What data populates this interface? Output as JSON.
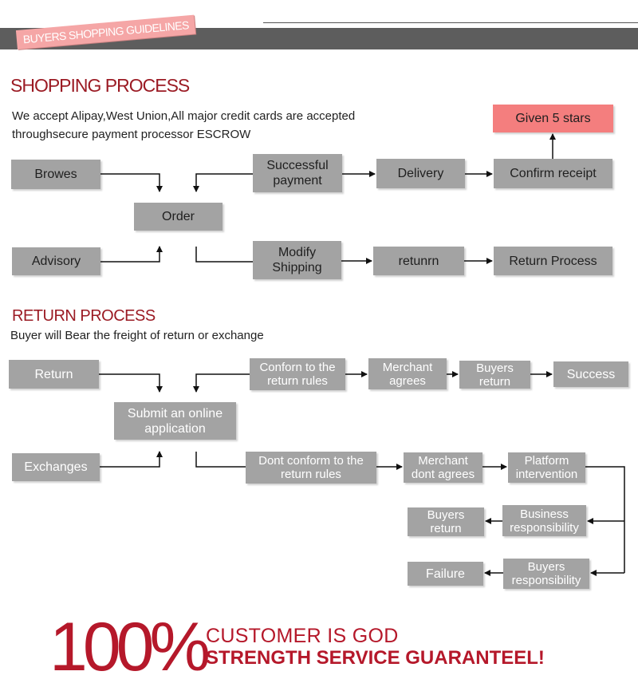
{
  "banner": {
    "badge": "BUYERS SHOPPING GUIDELINES"
  },
  "shopping": {
    "title": "SHOPPING PROCESS",
    "desc_line1": "We accept Alipay,West Union,All major credit cards are accepted",
    "desc_line2": "throughsecure payment processor ESCROW",
    "browes": "Browes",
    "advisory": "Advisory",
    "order": "Order",
    "successful_l1": "Successful",
    "successful_l2": "payment",
    "modify_l1": "Modify",
    "modify_l2": "Shipping",
    "delivery": "Delivery",
    "confirm_receipt": "Confirm receipt",
    "given_5_stars": "Given 5 stars",
    "return": "retunrn",
    "return_process": "Return Process"
  },
  "return": {
    "title": "RETURN PROCESS",
    "desc": "Buyer will Bear the freight of return or exchange",
    "return": "Return",
    "exchanges": "Exchanges",
    "submit_l1": "Submit an online",
    "submit_l2": "application",
    "conform_l1": "Conforn to the",
    "conform_l2": "return rules",
    "merchant_agrees_l1": "Merchant",
    "merchant_agrees_l2": "agrees",
    "buyers_return_l1": "Buyers",
    "buyers_return_l2": "return",
    "success": "Success",
    "dont_conform_l1": "Dont conform to the",
    "dont_conform_l2": "return rules",
    "merchant_dont_l1": "Merchant",
    "merchant_dont_l2": "dont agrees",
    "platform_l1": "Platform",
    "platform_l2": "intervention",
    "business_l1": "Business",
    "business_l2": "responsibility",
    "buyers_return2_l1": "Buyers",
    "buyers_return2_l2": "return",
    "buyers_resp_l1": "Buyers",
    "buyers_resp_l2": "responsibility",
    "failure": "Failure"
  },
  "footer": {
    "percent": "100%",
    "line1": "CUSTOMER IS GOD",
    "line2": "STRENGTH SERVICE GUARANTEEL!"
  },
  "colors": {
    "box": "#a3a3a3",
    "highlight": "#f47e7e",
    "title_red": "#9b1b24",
    "footer_red": "#b5182a",
    "header_bar": "#5d5d5d"
  }
}
